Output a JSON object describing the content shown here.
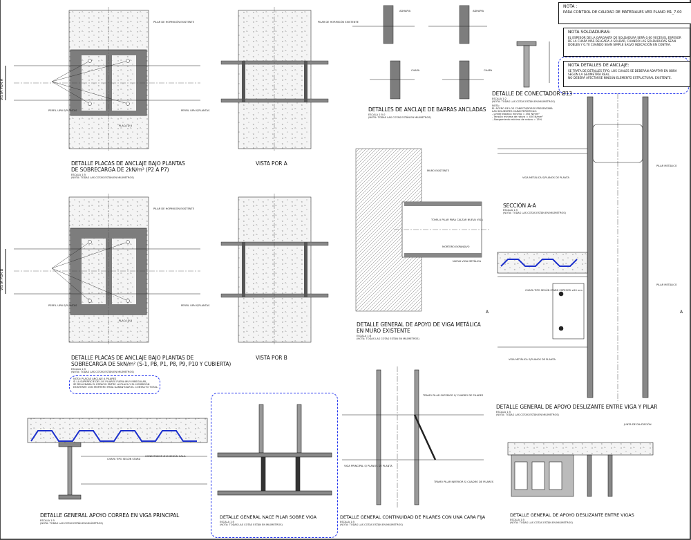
{
  "notes": {
    "nota": {
      "title": "NOTA :",
      "items": [
        "PARA CONTROL DE CALIDAD DE MATERIALES VER PLANO M1_7.00"
      ]
    },
    "soldaduras": {
      "title": "NOTA SOLDADURAS:",
      "items": [
        "EL ESPESOR DE LA GARGANTA DE SOLDADURA SERÁ 0.60 VECES EL ESPESOR DE LA CHAPA MÁS DELGADA A SOLDAR, CUANDO LAS SOLDADURAS SEAN DOBLES Y 0.70 CUANDO SEAN SIMPLE SALVO INDICACIÓN EN CONTRA."
      ]
    },
    "anclaje": {
      "title": "NOTA DETALLES DE ANCLAJE:",
      "items": [
        "SE TRATA DE DETALLES TIPO, LOS CUALES SE DEBERÁN ADAPTAR EN OBRA SEGÚN LA GEOMETRÍA REAL.",
        "NO DEBERÁ AFECTARSE NINGÚN ELEMENTO ESTRUCTURAL EXISTENTE."
      ]
    }
  },
  "details": [
    {
      "title1": "DETALLE PLACAS DE ANCLAJE BAJO PLANTAS",
      "title2": "DE SOBRECARGA DE 2kN/m² (P2 A P7)",
      "scale": "ESCALA 1:5",
      "note": "(NOTA: TODAS LAS COTAS ESTÁN EN MILÍMETROS)"
    },
    {
      "title1": "VISTA POR A"
    },
    {
      "title1": "DETALLE PLACAS DE ANCLAJE BAJO PLANTAS DE",
      "title2": "SOBRECARGA DE 5kN/m² (S-1, PB, P1, P8, P9, P10 Y CUBIERTA)",
      "scale": "ESCALA 1:5",
      "note": "(NOTA: TODAS LAS COTAS ESTÁN EN MILÍMETROS)"
    },
    {
      "title1": "VISTA POR B"
    },
    {
      "title1": "DETALLES DE ANCLAJE DE BARRAS ANCLADAS",
      "scale": "ESCALA 1:5.0",
      "note": "(NOTA: TODAS LAS COTAS ESTÁN EN MILÍMETROS)"
    },
    {
      "title1": "DETALLE DE CONECTADOR Ø13",
      "scale": "ESCALA 1:2",
      "note": "(NOTA: TODAS LAS COTAS ESTÁN EN MILÍMETROS)"
    },
    {
      "title1": "SECCIÓN A-A",
      "scale": "ESCALA 1:5",
      "note": "(NOTA: TODAS LAS COTAS ESTÁN EN MILÍMETROS)"
    },
    {
      "title1": "DETALLE GENERAL DE APOYO DE VIGA METÁLICA",
      "title2": "EN MURO EXISTENTE",
      "scale": "ESCALA 1:8",
      "note": "(NOTA: TODAS LAS COTAS ESTÁN EN MILÍMETROS)"
    },
    {
      "title1": "DETALLE GENERAL DE APOYO DESLIZANTE ENTRE VIGA Y PILAR",
      "scale": "ESCALA 1:5",
      "note": "(NOTA: TODAS LAS COTAS ESTÁN EN MILÍMETROS)"
    },
    {
      "title1": "DETALLE GENERAL APOYO CORREA EN VIGA PRINCIPAL",
      "scale": "ESCALA 1:5",
      "note": "(NOTA: TODAS LAS COTAS ESTÁN EN MILÍMETROS)"
    },
    {
      "title1": "DETALLE GENERAL NACE PILAR SOBRE VIGA",
      "scale": "ESCALA 1:5",
      "note": "(NOTA: TODAS LAS COTAS ESTÁN EN MILÍMETROS)"
    },
    {
      "title1": "DETALLE GENERAL CONTINUIDAD DE PILARES CON UNA CARA FIJA",
      "scale": "ESCALA 1:5",
      "note": "(NOTA: TODAS LAS COTAS ESTÁN EN MILÍMETROS)"
    },
    {
      "title1": "DETALLE GENERAL DE APOYO DESLIZANTE ENTRE VIGAS",
      "scale": "ESCALA 1:5",
      "note": "(NOTA: TODAS LAS COTAS ESTÁN EN MILÍMETROS)"
    }
  ],
  "connector_note": [
    "NOTA:",
    "EL ACERO DE LOS CONECTADORES PRESENTARÁ",
    "LAS SIGUIENTES CARACTERÍSTICAS:",
    "- Límite elástico mínimo = 350 N/mm²",
    "- Tensión mínima de rotura = 450 N/mm²",
    "- Alargamiento mínimo de rotura = 15%"
  ],
  "mortar_note": [
    "NOTA: PLACAS ANCLAJE A PILARES",
    "SI LA SUPERFICIE DE LOS PILARES FUERA MUY IRREGULAR,",
    "SE RELLENARÁ EL ESPACIO ENTRE LA PLACA Y EL HORMIGÓN",
    "EXISTENTE CON MORTERO PARA GARANTIZAR EL CONTACTO TOTAL."
  ],
  "side_labels": [
    "VISTA POR A",
    "VISTA POR B"
  ],
  "callouts": [
    "PILAR DE HORMIGÓN EXISTENTE",
    "PERFIL UPN S/PLANTAS",
    "PLACA Ø 8",
    "ADHAPIA",
    "CHAPA",
    "MURO EXISTENTE",
    "MORTERO EXPANSIVO",
    "NUEVA VIGA METÁLICA",
    "TOMA A PILAR PARA CALZAR NUEVA VIGA",
    "VIGA METÁLICA S/PLANOS DE PLANTA",
    "PILAR METÁLICO",
    "CHAPA TIPO SEGÚN STARD ESPESOR ≥20 mm",
    "JUNTA DE DILATACIÓN",
    "TRAMO PILAR SUPERIOR S/ CUADRO DE PILARES",
    "TRAMO PILAR INFERIOR S/ CUADRO DE PILARES",
    "VIGA PRINCIPAL S/ PLANOS DE PLANTA",
    "CONECTADOR Ø13 SEGÚN CALC.",
    "CHAPA TIPO SEGÚN STARD",
    "A"
  ]
}
